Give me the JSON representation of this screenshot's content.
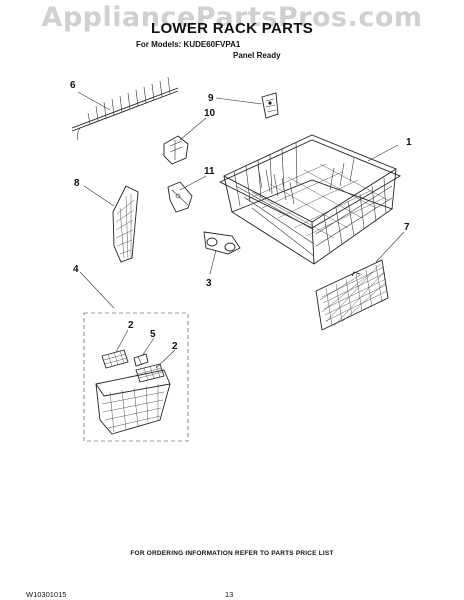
{
  "watermark": "AppliancePartsPros.com",
  "header": {
    "title": "LOWER RACK PARTS",
    "models_line": "For Models: KUDE60FVPA1",
    "panel_line": "Panel Ready"
  },
  "callouts": {
    "c1": "1",
    "c2a": "2",
    "c2b": "2",
    "c3": "3",
    "c4": "4",
    "c5": "5",
    "c6": "6",
    "c7": "7",
    "c8": "8",
    "c9": "9",
    "c10": "10",
    "c11": "11"
  },
  "footer": {
    "ordering_note": "FOR ORDERING INFORMATION REFER TO PARTS PRICE LIST",
    "doc_id": "W10301015",
    "page_number": "13"
  }
}
